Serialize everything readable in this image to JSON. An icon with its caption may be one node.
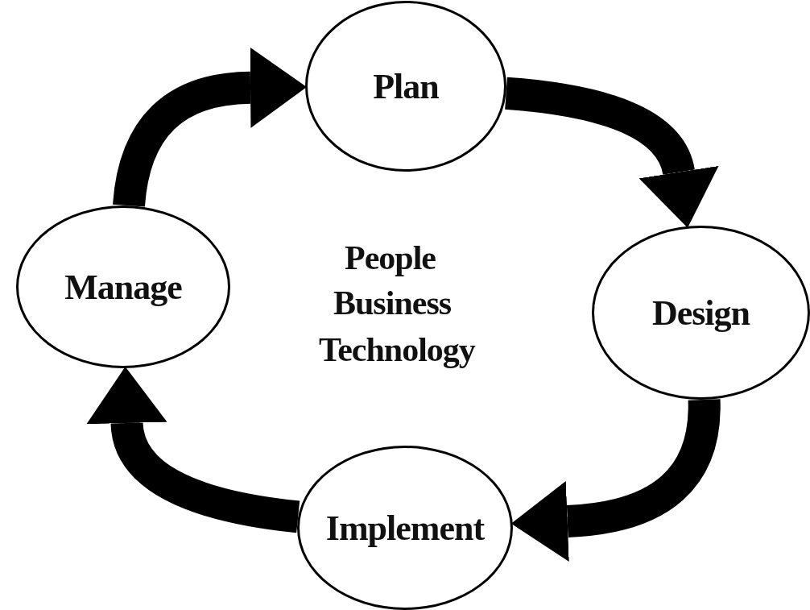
{
  "diagram": {
    "nodes": [
      {
        "text": [
          "Plan"
        ]
      },
      {
        "text": [
          "Design"
        ]
      },
      {
        "text": [
          "Implement"
        ]
      },
      {
        "text": [
          "Manage"
        ]
      }
    ],
    "edges": [
      {
        "from": 3,
        "to": 0,
        "arrow": "to"
      },
      {
        "from": 0,
        "to": 1,
        "arrow": "to"
      },
      {
        "from": 1,
        "to": 2,
        "arrow": "to"
      },
      {
        "from": 2,
        "to": 3,
        "arrow": "to"
      }
    ],
    "labels": [
      "People",
      "Business",
      "Technology"
    ]
  }
}
